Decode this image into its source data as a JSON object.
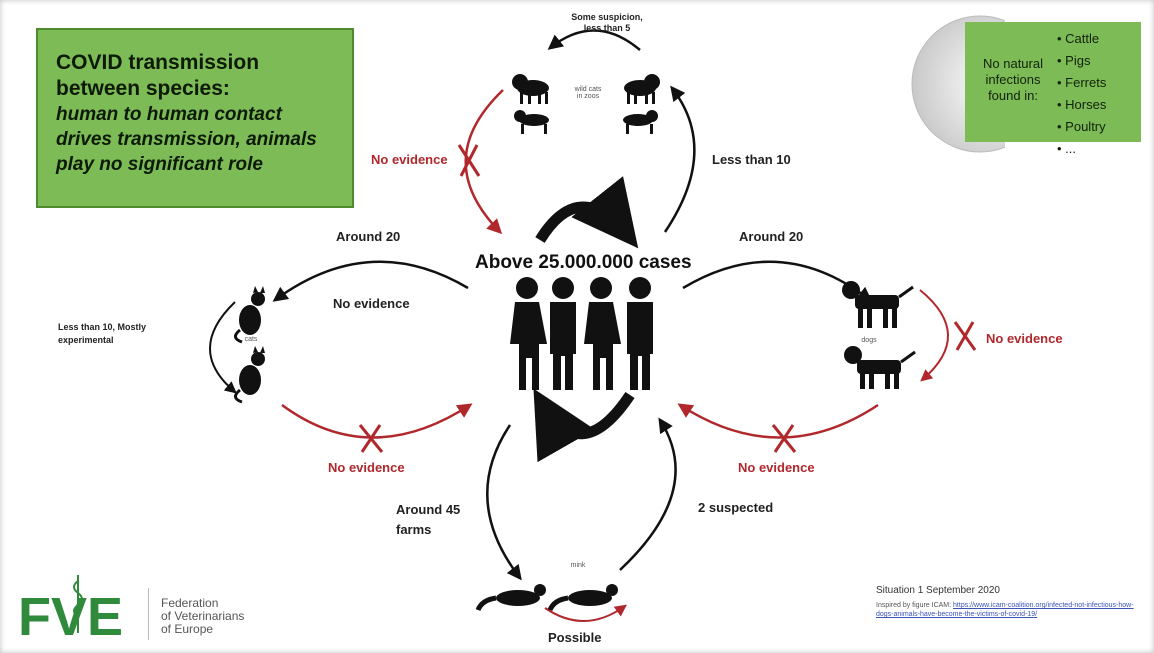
{
  "title_box": {
    "line1": "COVID transmission",
    "line2": "between species:",
    "line3": "human to human contact",
    "line4": "drives transmission,  animals",
    "line5": "play no significant role"
  },
  "natural_infections": {
    "left_text": "No natural infections found in:",
    "items": [
      "Cattle",
      "Pigs",
      "Ferrets",
      "Horses",
      "Poultry",
      "..."
    ]
  },
  "center_label": "Above 25.000.000 cases",
  "labels": {
    "top_suspicion": "Some suspicion, less than 5",
    "top_right": "Less than 10",
    "top_left_no_evidence": "No evidence",
    "left_around_20": "Around 20",
    "right_around_20": "Around 20",
    "left_no_evidence_mid": "No evidence",
    "cats_note": "Less than 10, Mostly experimental",
    "right_no_evidence": "No evidence",
    "bottom_left_no_evidence": "No evidence",
    "bottom_right_no_evidence": "No evidence",
    "around_45": "Around 45 farms",
    "two_suspected": "2 suspected",
    "possible": "Possible"
  },
  "small_captions": {
    "wild_cats": "wild cats in zoos",
    "cats": "cats",
    "dogs": "dogs",
    "mink": "mink"
  },
  "footer": {
    "logo_text": "FVE",
    "org_line1": "Federation",
    "org_line2": "of Veterinarians",
    "org_line3": "of Europe",
    "situation": "Situation 1 September 2020",
    "inspired": "Inspired by figure  ICAM: ",
    "link": "https://www.icam-coalition.org/infected-not-infectious-how-dogs-animals-have-become-the-victims-of-covid-19/"
  },
  "colors": {
    "green": "#7dbb57",
    "red": "#b0282c",
    "black": "#111111"
  }
}
